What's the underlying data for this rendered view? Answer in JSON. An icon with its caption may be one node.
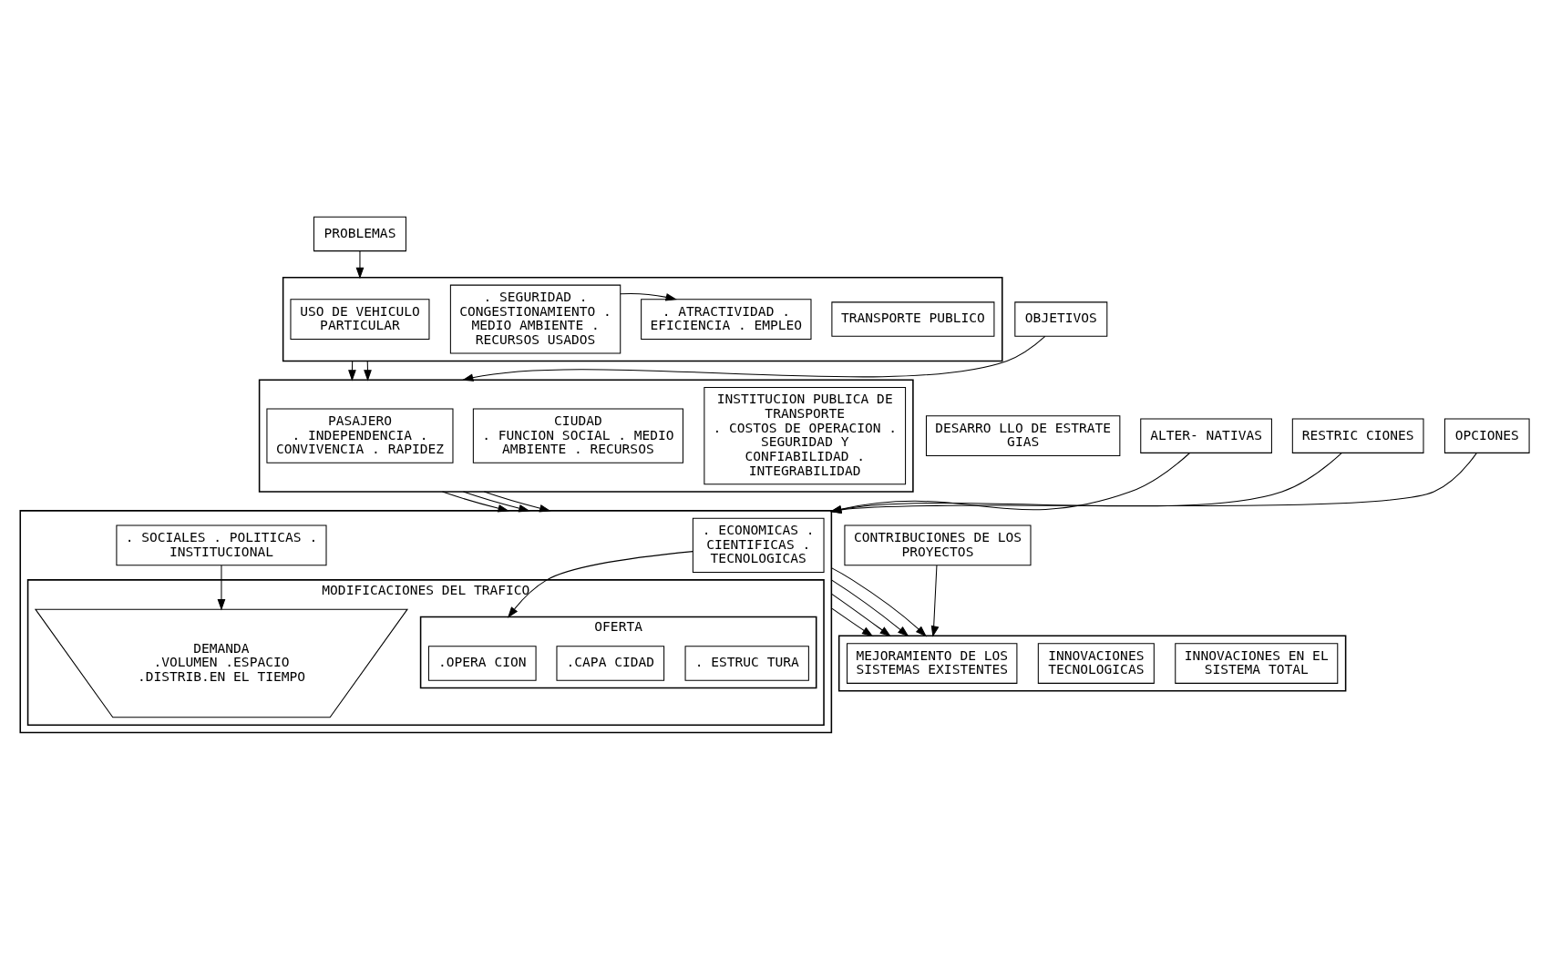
{
  "diagram": {
    "nodes": [
      {
        "text": [
          "PROBLEMAS"
        ]
      },
      {
        "text": [],
        "shape": "box"
      },
      {
        "text": [
          "USO DE VEHICULO PARTICULAR"
        ],
        "in": 1
      },
      {
        "text": [
          ". SEGURIDAD . CONGESTIONAMIENTO . MEDIO AMBIENTE . RECURSOS USADOS"
        ],
        "in": 1
      },
      {
        "text": [
          ". ATRACTIVIDAD . EFICIENCIA . EMPLEO"
        ],
        "in": 1
      },
      {
        "text": [
          "TRANSPORTE PUBLICO"
        ],
        "in": 1
      },
      {
        "text": [
          "OBJETIVOS"
        ]
      },
      {
        "text": [],
        "shape": "box"
      },
      {
        "text": [
          "PASAJERO",
          ". INDEPENDENCIA . CONVIVENCIA . RAPIDEZ"
        ],
        "in": 7
      },
      {
        "text": [
          "CIUDAD",
          ". FUNCION SOCIAL . MEDIO AMBIENTE . RECURSOS"
        ],
        "in": 7
      },
      {
        "text": [
          "INSTITUCION PUBLICA DE TRANSPORTE",
          ". COSTOS DE OPERACION . SEGURIDAD Y CONFIABILIDAD . INTEGRABILIDAD"
        ],
        "in": 7
      },
      {
        "text": [
          "DESARRO LLO DE ESTRATE GIAS"
        ]
      },
      {
        "text": [
          "ALTER- NATIVAS"
        ]
      },
      {
        "text": [
          "RESTRIC CIONES"
        ]
      },
      {
        "text": [
          "OPCIONES"
        ]
      },
      {
        "text": [],
        "shape": "box"
      },
      {
        "text": [
          ". ECONOMICAS . CIENTIFICAS . TECNOLOGICAS"
        ],
        "in": 15
      },
      {
        "text": [
          "MODIFICACIONES DEL TRAFICO"
        ],
        "in": 15
      },
      {
        "text": [
          "OFERTA"
        ],
        "in": 17
      },
      {
        "text": [
          ".OPERA CION"
        ],
        "in": 18
      },
      {
        "text": [
          ".CAPA CIDAD"
        ],
        "in": 18
      },
      {
        "text": [
          ". ESTRUC TURA"
        ],
        "in": 18
      },
      {
        "text": [
          "DEMANDA",
          ".VOLUMEN .ESPACIO .DISTRIB.EN EL TIEMPO"
        ],
        "in": 17
      },
      {
        "text": [
          ". SOCIALES . POLITICAS . INSTITUCIONAL"
        ],
        "in": 15
      },
      {
        "text": [
          "CONTRIBUCIONES DE LOS PROYECTOS"
        ]
      },
      {
        "text": [],
        "shape": "box"
      },
      {
        "text": [
          "MEJORAMIENTO DE LOS SISTEMAS EXISTENTES"
        ],
        "in": 25
      },
      {
        "text": [
          "INNOVACIONES TECNOLOGICAS"
        ],
        "in": 25
      },
      {
        "text": [
          "INNOVACIONES EN EL SISTEMA TOTAL"
        ],
        "in": 25
      }
    ],
    "edges": [
      {
        "from": 0,
        "to": 1,
        "arrow": "to"
      },
      {
        "from": 3,
        "to": 4,
        "arrow": "to"
      },
      {
        "from": 1,
        "to": 7,
        "arrow": "to"
      },
      {
        "from": 1,
        "to": 7,
        "arrow": "to"
      },
      {
        "from": 6,
        "to": 7,
        "arrow": "to"
      },
      {
        "from": 7,
        "to": 15,
        "arrow": "to"
      },
      {
        "from": 7,
        "to": 15,
        "arrow": "to"
      },
      {
        "from": 7,
        "to": 15,
        "arrow": "to"
      },
      {
        "from": 12,
        "to": 15,
        "arrow": "to"
      },
      {
        "from": 13,
        "to": 15,
        "arrow": "to"
      },
      {
        "from": 14,
        "to": 15,
        "arrow": "to"
      },
      {
        "from": 16,
        "to": 18,
        "arrow": "to"
      },
      {
        "from": 23,
        "to": 22,
        "arrow": "to"
      },
      {
        "from": 15,
        "to": 25,
        "arrow": "to"
      },
      {
        "from": 15,
        "to": 25,
        "arrow": "to"
      },
      {
        "from": 15,
        "to": 25,
        "arrow": "to"
      },
      {
        "from": 15,
        "to": 25,
        "arrow": "to"
      },
      {
        "from": 24,
        "to": 25,
        "arrow": "to"
      }
    ]
  }
}
